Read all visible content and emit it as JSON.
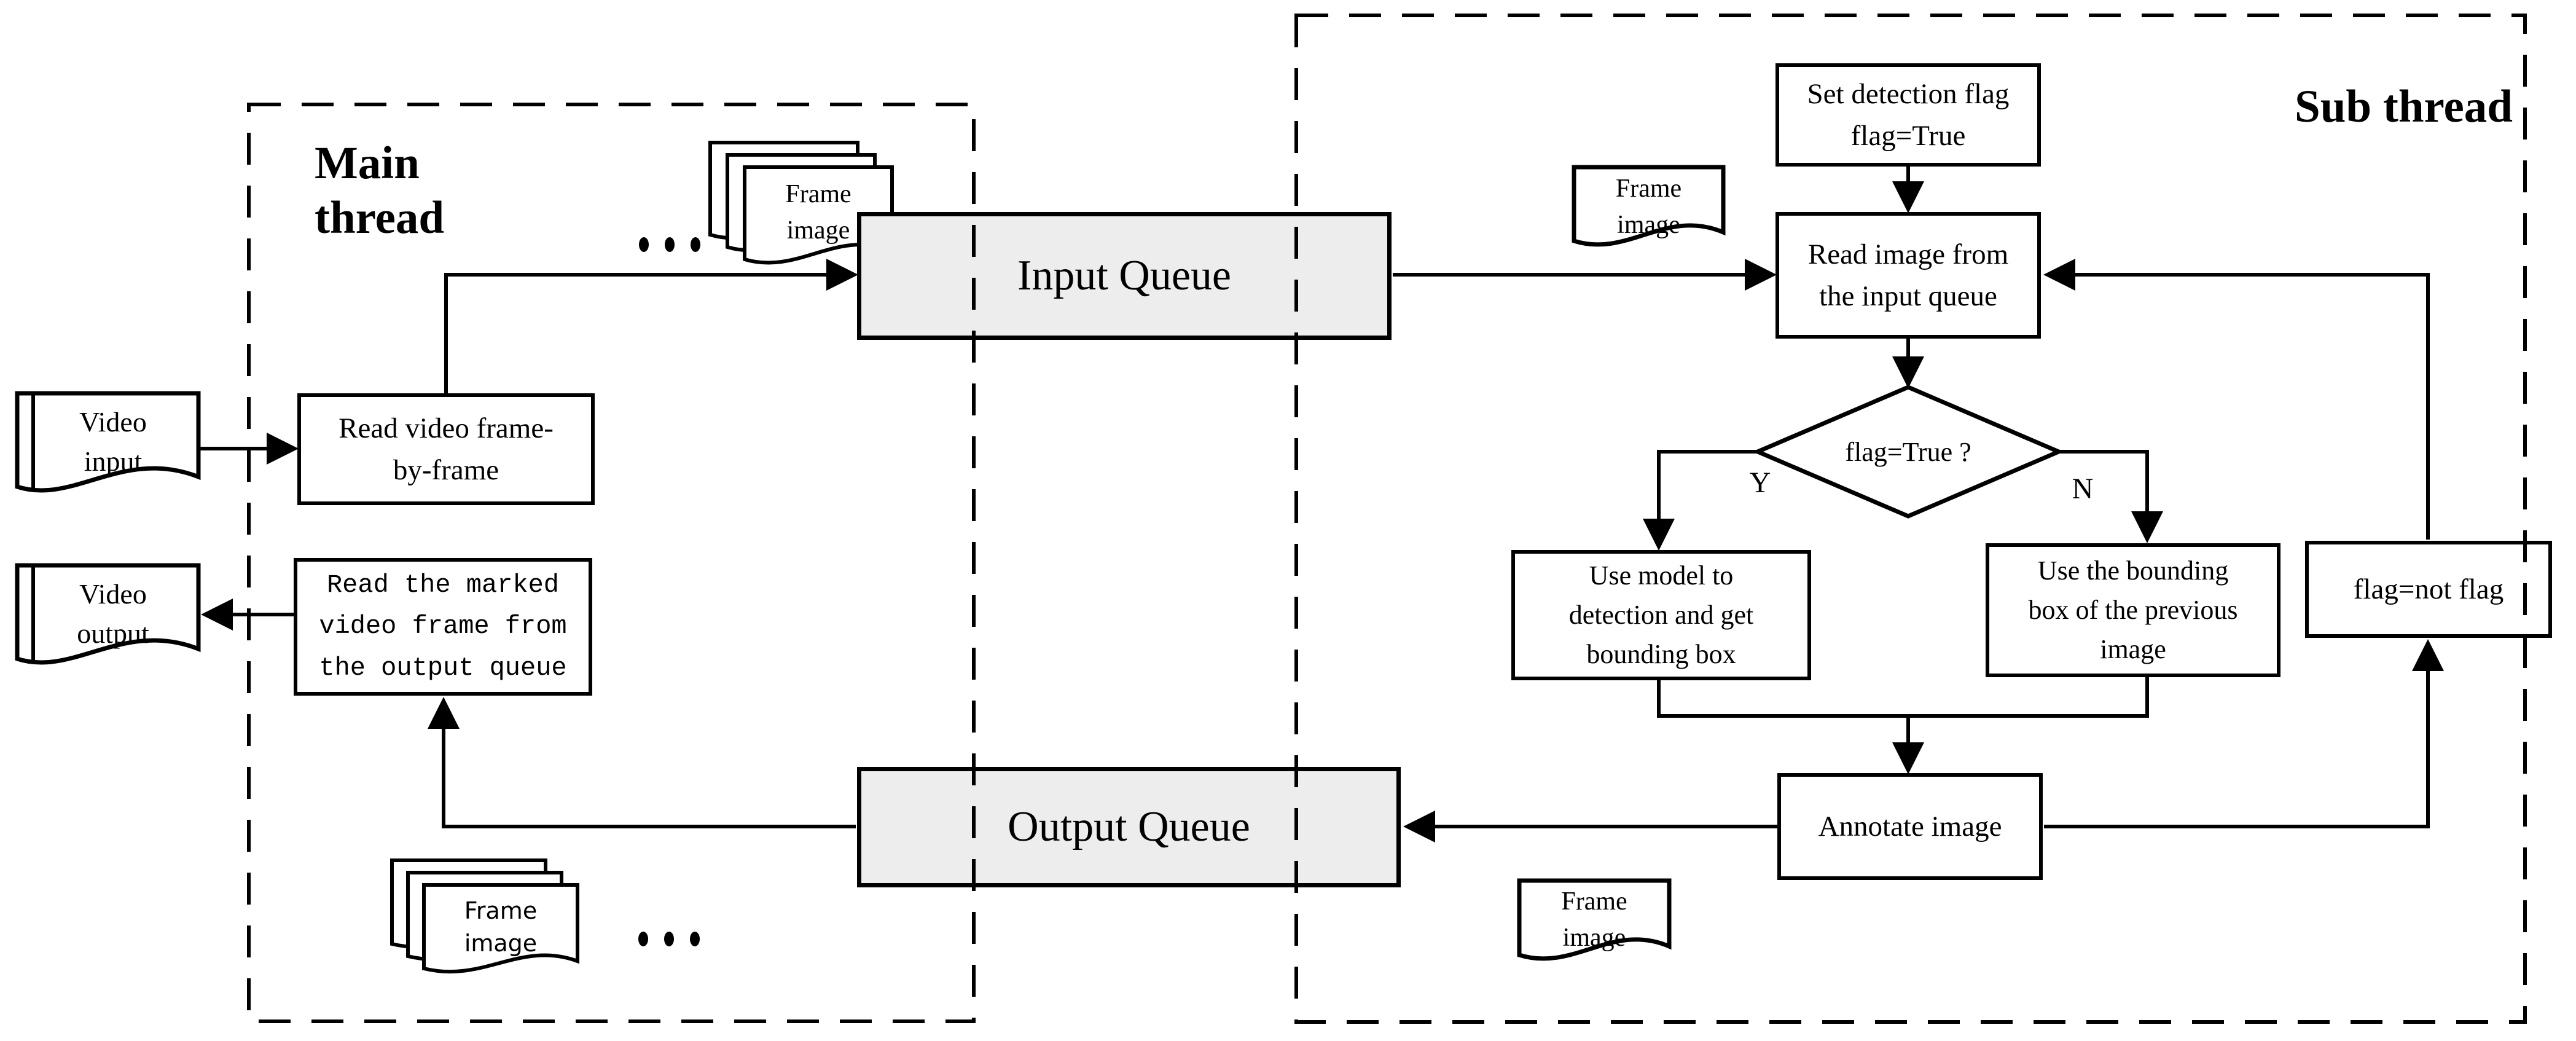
{
  "regions": {
    "main_thread": {
      "label": "Main\nthread"
    },
    "sub_thread": {
      "label": "Sub thread"
    }
  },
  "nodes": {
    "video_input": {
      "label": "Video\ninput"
    },
    "read_video": {
      "label": "Read video frame-\nby-frame"
    },
    "input_queue": {
      "label": "Input Queue"
    },
    "frame_stack_top": {
      "label": "Frame\nimage"
    },
    "frame_doc_top": {
      "label": "Frame\nimage"
    },
    "set_flag": {
      "label": "Set detection flag\nflag=True"
    },
    "read_image": {
      "label": "Read image from\nthe input queue"
    },
    "decision": {
      "label": "flag=True ?"
    },
    "branch_yes": {
      "label": "Y"
    },
    "branch_no": {
      "label": "N"
    },
    "use_model": {
      "label": "Use model to\ndetection and get\nbounding box"
    },
    "use_bbox": {
      "label": "Use the bounding\nbox of the previous\nimage"
    },
    "flag_not": {
      "label": "flag=not flag"
    },
    "annotate": {
      "label": "Annotate image"
    },
    "frame_doc_bottom": {
      "label": "Frame\nimage"
    },
    "output_queue": {
      "label": "Output Queue"
    },
    "read_marked": {
      "label": "Read the marked\nvideo frame from\nthe output queue"
    },
    "video_output": {
      "label": "Video\noutput"
    },
    "frame_stack_bottom": {
      "label": "Frame\nimage"
    }
  },
  "colors": {
    "stroke": "#000000",
    "queue_fill": "#ededed",
    "background": "#ffffff"
  }
}
